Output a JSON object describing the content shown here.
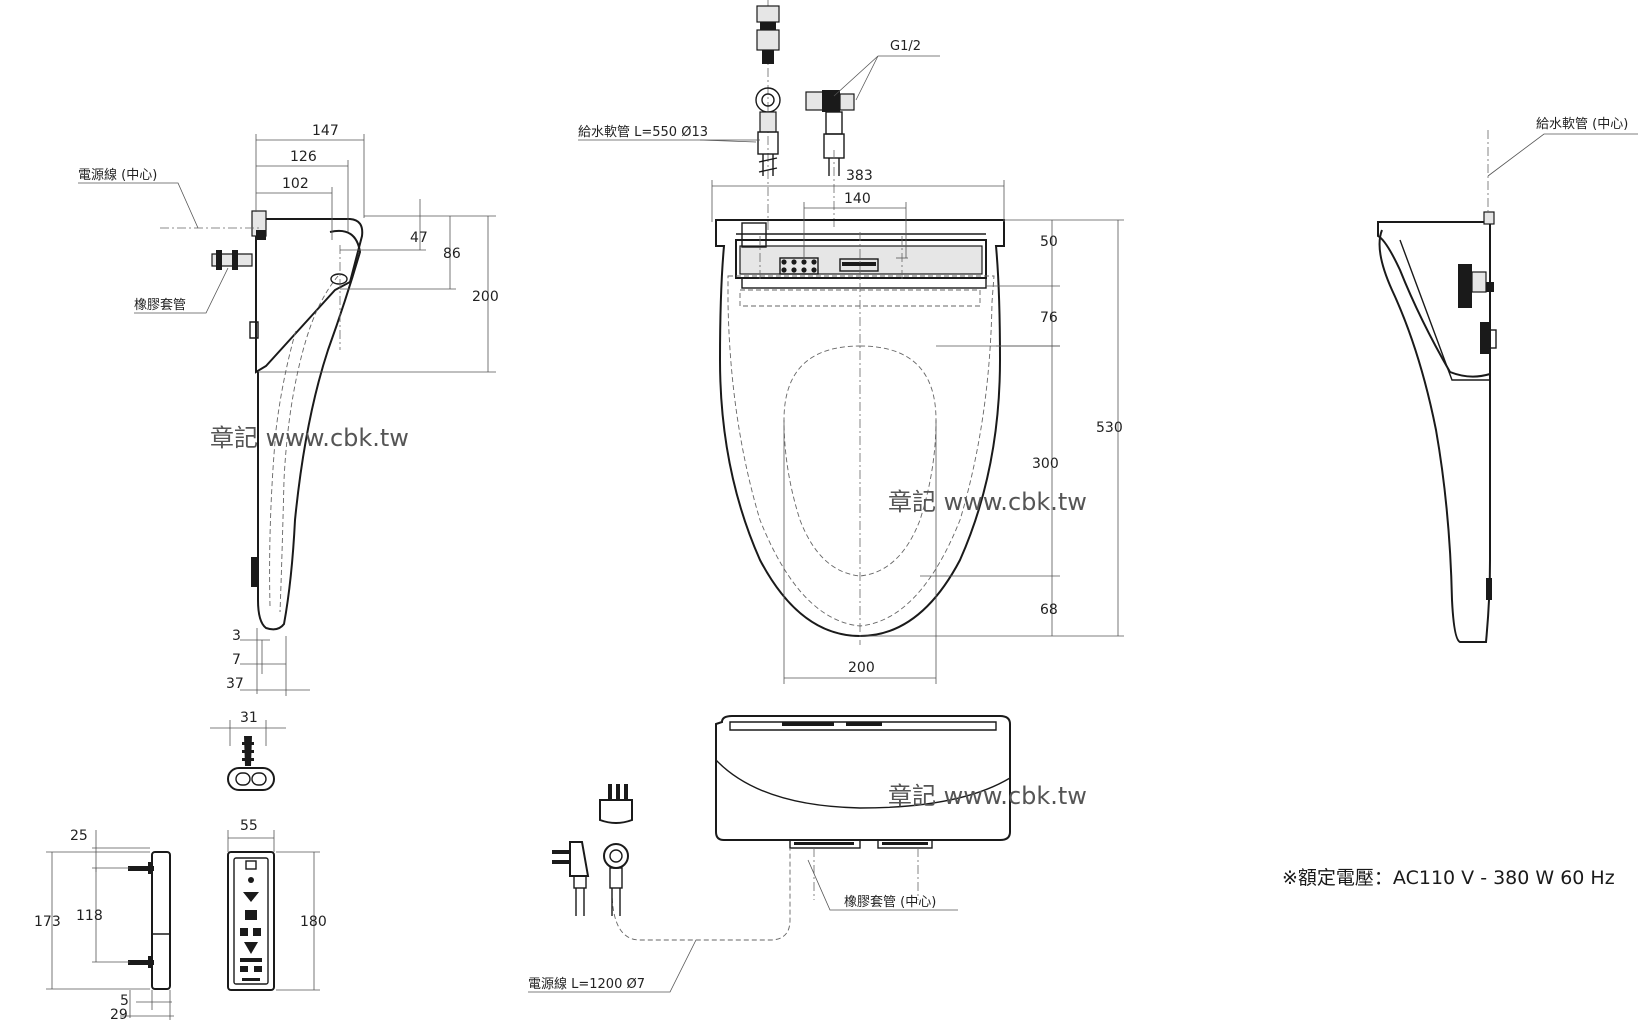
{
  "dimensions": {
    "side_147": "147",
    "side_126": "126",
    "side_102": "102",
    "side_47": "47",
    "side_86": "86",
    "side_200": "200",
    "side_3": "3",
    "side_7": "7",
    "side_37": "37",
    "plug_31": "31",
    "remote_25": "25",
    "remote_118": "118",
    "remote_173": "173",
    "remote_5": "5",
    "remote_29": "29",
    "remote_55": "55",
    "remote_180": "180",
    "top_383": "383",
    "top_140": "140",
    "top_50": "50",
    "top_76": "76",
    "top_300": "300",
    "top_68": "68",
    "top_530": "530",
    "top_200": "200"
  },
  "labels": {
    "power_cord_center": "電源線 (中心)",
    "rubber_sleeve": "橡膠套管",
    "thread": "G1/2",
    "supply_hose": "給水軟管  L=550  Ø13",
    "supply_hose_center": "給水軟管 (中心)",
    "rubber_sleeve_center": "橡膠套管 (中心)",
    "power_cord": "電源線  L=1200  Ø7"
  },
  "watermarks": [
    "章記 www.cbk.tw",
    "章記 www.cbk.tw",
    "章記 www.cbk.tw"
  ],
  "spec": "※額定電壓：AC110 V  - 380 W  60 Hz"
}
